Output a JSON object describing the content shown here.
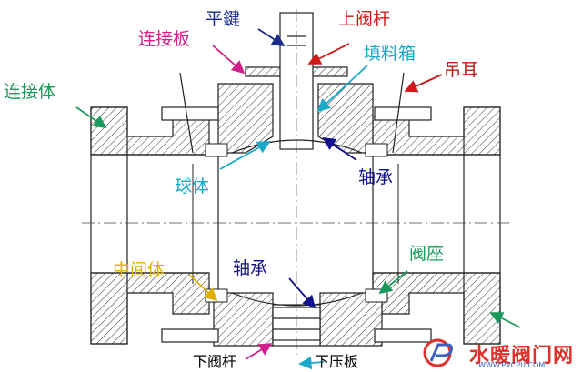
{
  "labels": {
    "pingjian": "平鍵",
    "shangfagan": "上阀杆",
    "lianjieban": "连接板",
    "tianliaoxiang": "填料箱",
    "lianjieti": "连接体",
    "diaoer": "吊耳",
    "qiuti": "球体",
    "zhoucheng_upper": "轴承",
    "zhongjianti": "中间体",
    "zhoucheng_lower": "轴承",
    "fazuo": "阀座",
    "xiafagan": "下阀杆",
    "xiayaban": "下压板"
  },
  "watermark": {
    "text": "水暖阀门网",
    "url": "WWW.PVCPU.COM"
  },
  "colors": {
    "lianjieti": "#1a9a5a",
    "lianjieban": "#d0208a",
    "pingjian": "#1a2a8a",
    "shangfagan": "#d01818",
    "tianliaoxiang": "#18a8c8",
    "diaoer": "#c01818",
    "qiuti": "#18a8c8",
    "zhoucheng": "#10108a",
    "zhongjianti": "#e0b000",
    "fazuo": "#1a9a5a",
    "xiafagan": "#d0208a",
    "xiayaban": "#18a8c8"
  }
}
